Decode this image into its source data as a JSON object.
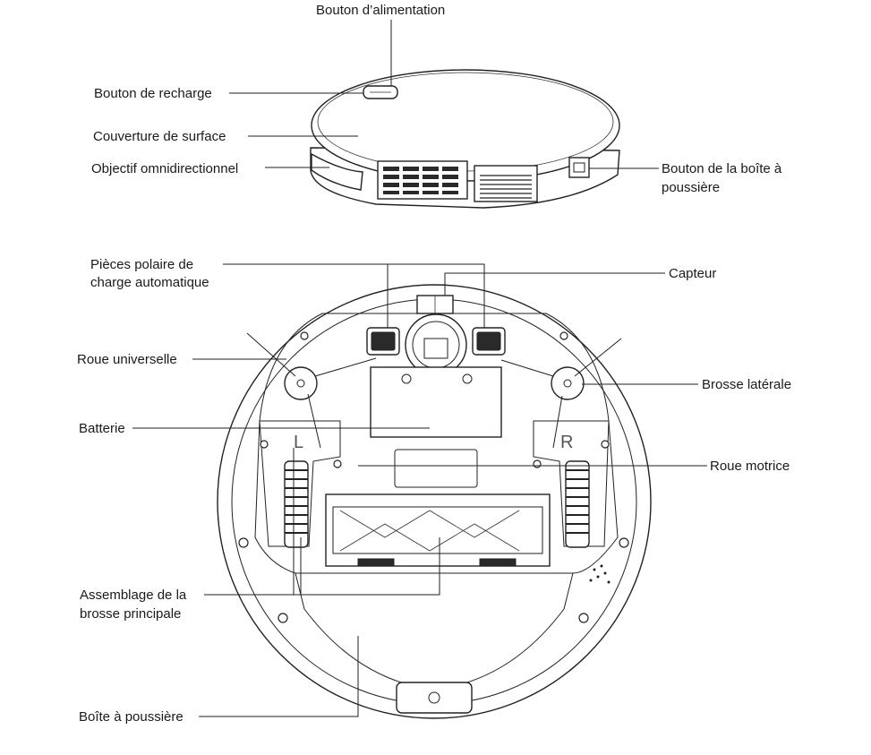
{
  "labels": {
    "power_button": "Bouton d’alimentation",
    "recharge_button": "Bouton de recharge",
    "surface_cover": "Couverture de surface",
    "omni_lens": "Objectif omnidirectionnel",
    "dustbox_button_line1": "Bouton de la boîte à",
    "dustbox_button_line2": "poussière",
    "charge_poles_line1": "Pièces polaire de",
    "charge_poles_line2": "charge automatique",
    "sensor": "Capteur",
    "universal_wheel": "Roue universelle",
    "side_brush": "Brosse latérale",
    "battery": "Batterie",
    "drive_wheel": "Roue motrice",
    "main_brush_line1": "Assemblage de la",
    "main_brush_line2": "brosse principale",
    "dust_box": "Boîte à poussière"
  },
  "wheel_markings": {
    "left": "L",
    "right": "R"
  }
}
